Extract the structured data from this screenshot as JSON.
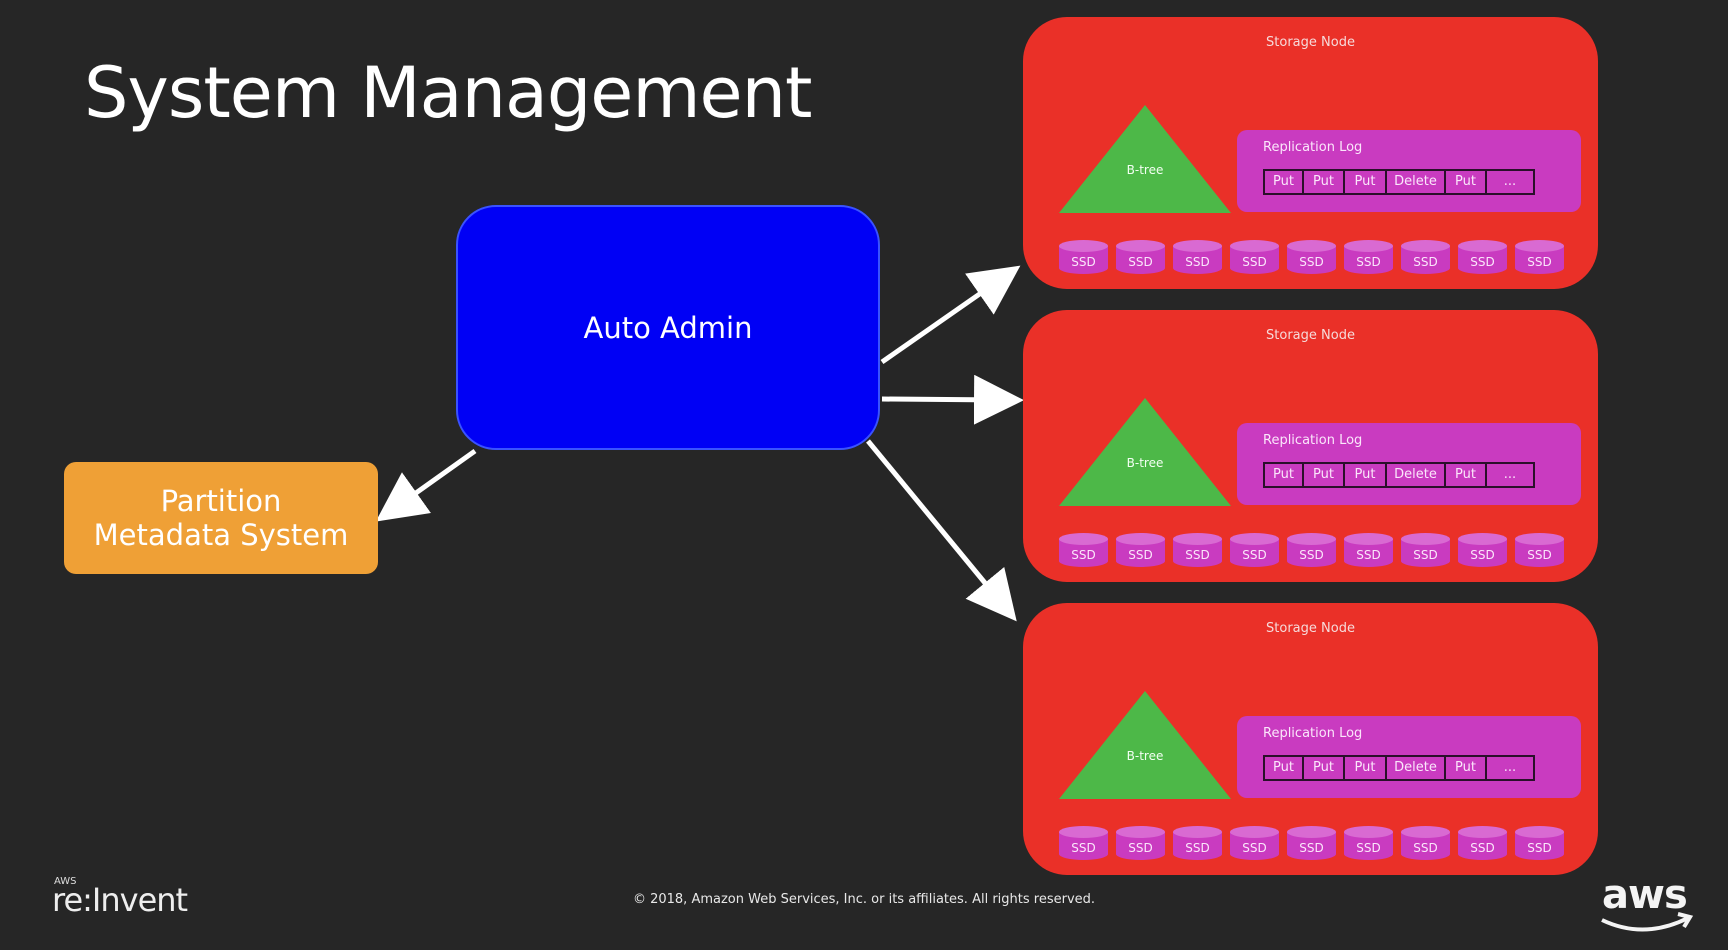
{
  "slide": {
    "title": "System Management"
  },
  "auto_admin": {
    "label": "Auto Admin"
  },
  "partition_metadata": {
    "line1": "Partition",
    "line2": "Metadata System"
  },
  "storage_nodes": [
    {
      "label": "Storage Node",
      "btree_label": "B-tree",
      "replication_log": {
        "label": "Replication Log",
        "entries": [
          "Put",
          "Put",
          "Put",
          "Delete",
          "Put",
          "..."
        ]
      },
      "ssds": [
        "SSD",
        "SSD",
        "SSD",
        "SSD",
        "SSD",
        "SSD",
        "SSD",
        "SSD",
        "SSD"
      ]
    },
    {
      "label": "Storage Node",
      "btree_label": "B-tree",
      "replication_log": {
        "label": "Replication Log",
        "entries": [
          "Put",
          "Put",
          "Put",
          "Delete",
          "Put",
          "..."
        ]
      },
      "ssds": [
        "SSD",
        "SSD",
        "SSD",
        "SSD",
        "SSD",
        "SSD",
        "SSD",
        "SSD",
        "SSD"
      ]
    },
    {
      "label": "Storage Node",
      "btree_label": "B-tree",
      "replication_log": {
        "label": "Replication Log",
        "entries": [
          "Put",
          "Put",
          "Put",
          "Delete",
          "Put",
          "..."
        ]
      },
      "ssds": [
        "SSD",
        "SSD",
        "SSD",
        "SSD",
        "SSD",
        "SSD",
        "SSD",
        "SSD",
        "SSD"
      ]
    }
  ],
  "footer": {
    "reinvent_aws": "AWS",
    "reinvent_text": "re:Invent",
    "copyright": "© 2018, Amazon Web Services, Inc. or its affiliates. All rights reserved.",
    "aws_logo_text": "aws"
  },
  "colors": {
    "background": "#262626",
    "auto_admin": "#0000f5",
    "partition_metadata": "#efa036",
    "storage_node": "#ea3028",
    "btree": "#4db848",
    "replication_log": "#c93bc0",
    "ssd": "#c93bc0"
  }
}
